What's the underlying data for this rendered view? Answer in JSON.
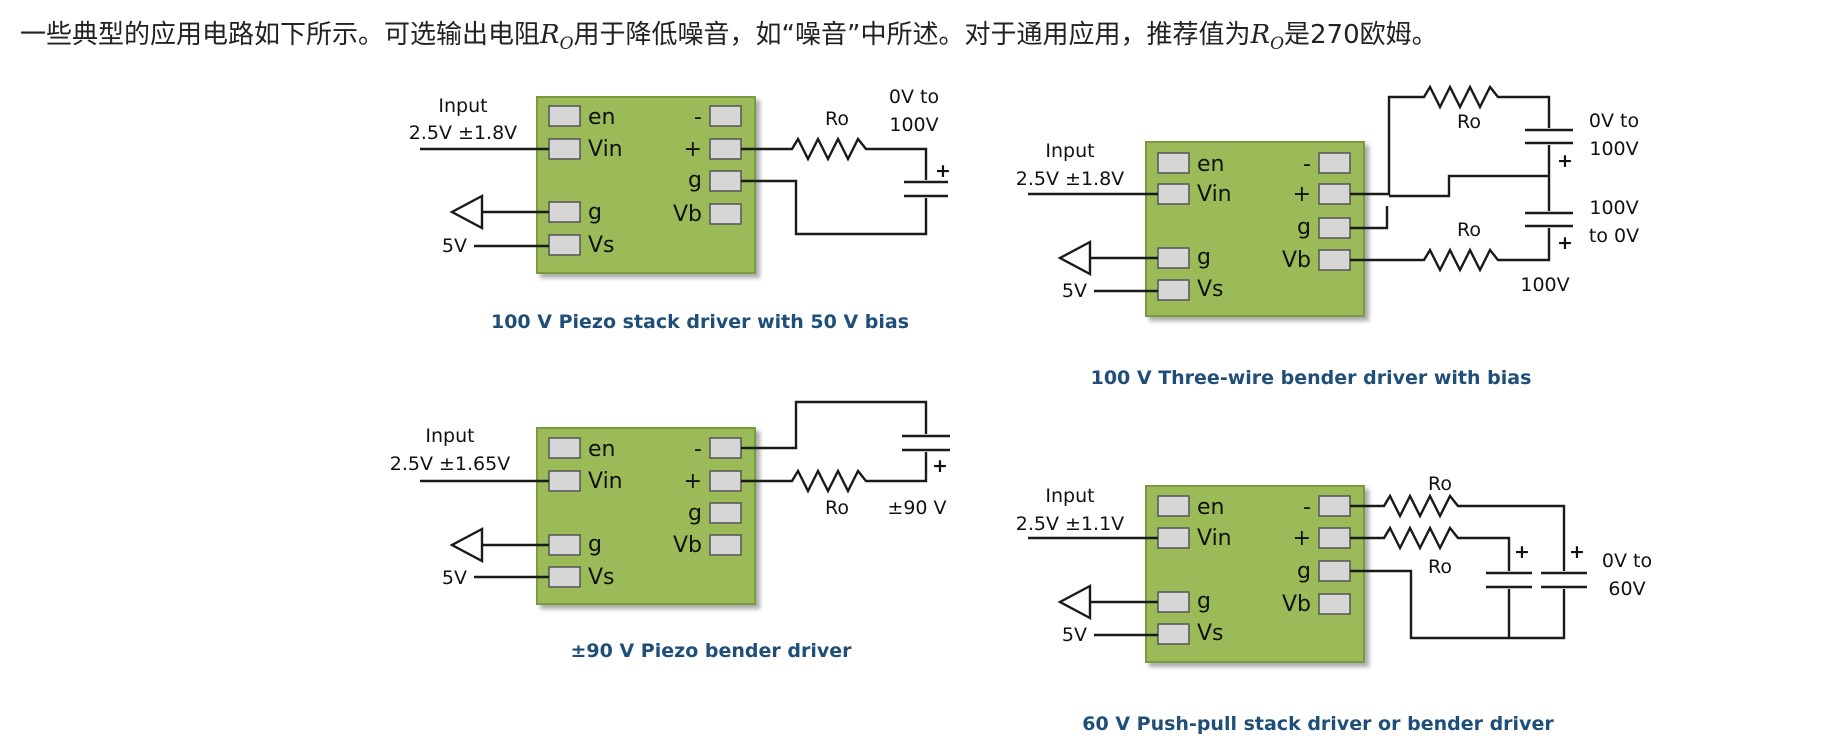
{
  "intro": {
    "part1": "一些典型的应用电路如下所示。可选输出电阻",
    "ro_symbol": "R",
    "ro_sub": "O",
    "part2": "用于降低噪音，如“噪音”中所述。对于通用应用，推荐值为",
    "part3": "是270欧姆。"
  },
  "pins": {
    "en": "en",
    "vin": "Vin",
    "g": "g",
    "vs": "Vs",
    "minus": "-",
    "plus": "+",
    "vb": "Vb"
  },
  "common": {
    "input": "Input",
    "supply": "5V",
    "resistor": "Ro",
    "cap_plus": "+"
  },
  "circuits": [
    {
      "caption": "100 V Piezo stack driver with 50 V bias",
      "input_range": "2.5V ±1.8V",
      "out_label_1": "0V to",
      "out_label_2": "100V"
    },
    {
      "caption": "100 V Three-wire bender driver with bias",
      "input_range": "2.5V ±1.8V",
      "out_top_1": "0V to",
      "out_top_2": "100V",
      "out_bot_1": "100V",
      "out_bot_2": "to 0V",
      "bias": "100V"
    },
    {
      "caption": "±90 V Piezo bender driver",
      "input_range": "2.5V ±1.65V",
      "out_label": "±90 V"
    },
    {
      "caption": "60 V Push-pull stack driver or bender driver",
      "input_range": "2.5V ±1.1V",
      "out_label_1": "0V to",
      "out_label_2": "60V"
    }
  ]
}
